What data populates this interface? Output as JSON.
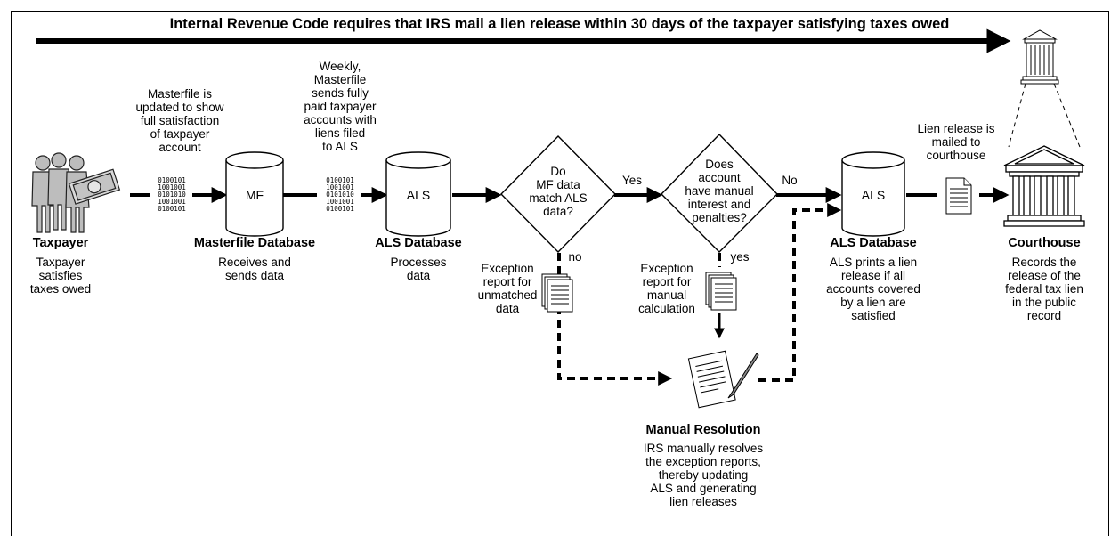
{
  "banner": {
    "text": "Internal Revenue Code requires that IRS mail a lien release within 30 days of the taxpayer satisfying taxes owed"
  },
  "nodes": {
    "taxpayer": {
      "title": "Taxpayer",
      "desc": "Taxpayer\nsatisfies\ntaxes owed"
    },
    "masterfile": {
      "title": "Masterfile Database",
      "desc": "Receives and\nsends data",
      "icon_label": "MF"
    },
    "als1": {
      "title": "ALS Database",
      "desc": "Processes\ndata",
      "icon_label": "ALS"
    },
    "als2": {
      "title": "ALS Database",
      "desc": "ALS prints a lien\nrelease if all\naccounts covered\nby a lien are\nsatisfied",
      "icon_label": "ALS"
    },
    "courthouse": {
      "title": "Courthouse",
      "desc": "Records the\nrelease of the\nfederal tax lien\nin the public\nrecord"
    },
    "manual": {
      "title": "Manual Resolution",
      "desc": "IRS manually resolves\nthe exception reports,\nthereby updating\nALS and generating\nlien releases"
    }
  },
  "decisions": {
    "d1": {
      "text": "Do\nMF data\nmatch ALS\ndata?",
      "yes": "Yes",
      "no": "no"
    },
    "d2": {
      "text": "Does\naccount\nhave manual\ninterest and\npenalties?",
      "no": "No",
      "yes": "yes"
    }
  },
  "annotations": {
    "masterfile_update": "Masterfile is\nupdated to show\nfull satisfaction\nof taxpayer\naccount",
    "weekly": "Weekly,\nMasterfile\nsends fully\npaid taxpayer\naccounts with\nliens filed\nto ALS",
    "exception_unmatched": "Exception\nreport for\nunmatched\ndata",
    "exception_manual": "Exception\nreport for\nmanual\ncalculation",
    "lien_mailed": "Lien release is\nmailed to\ncourthouse"
  },
  "binary": {
    "block1": "0100101\n1001001\n0101010\n1001001\n0100101",
    "block2": "0100101\n1001001\n0101010\n1001001\n0100101"
  }
}
